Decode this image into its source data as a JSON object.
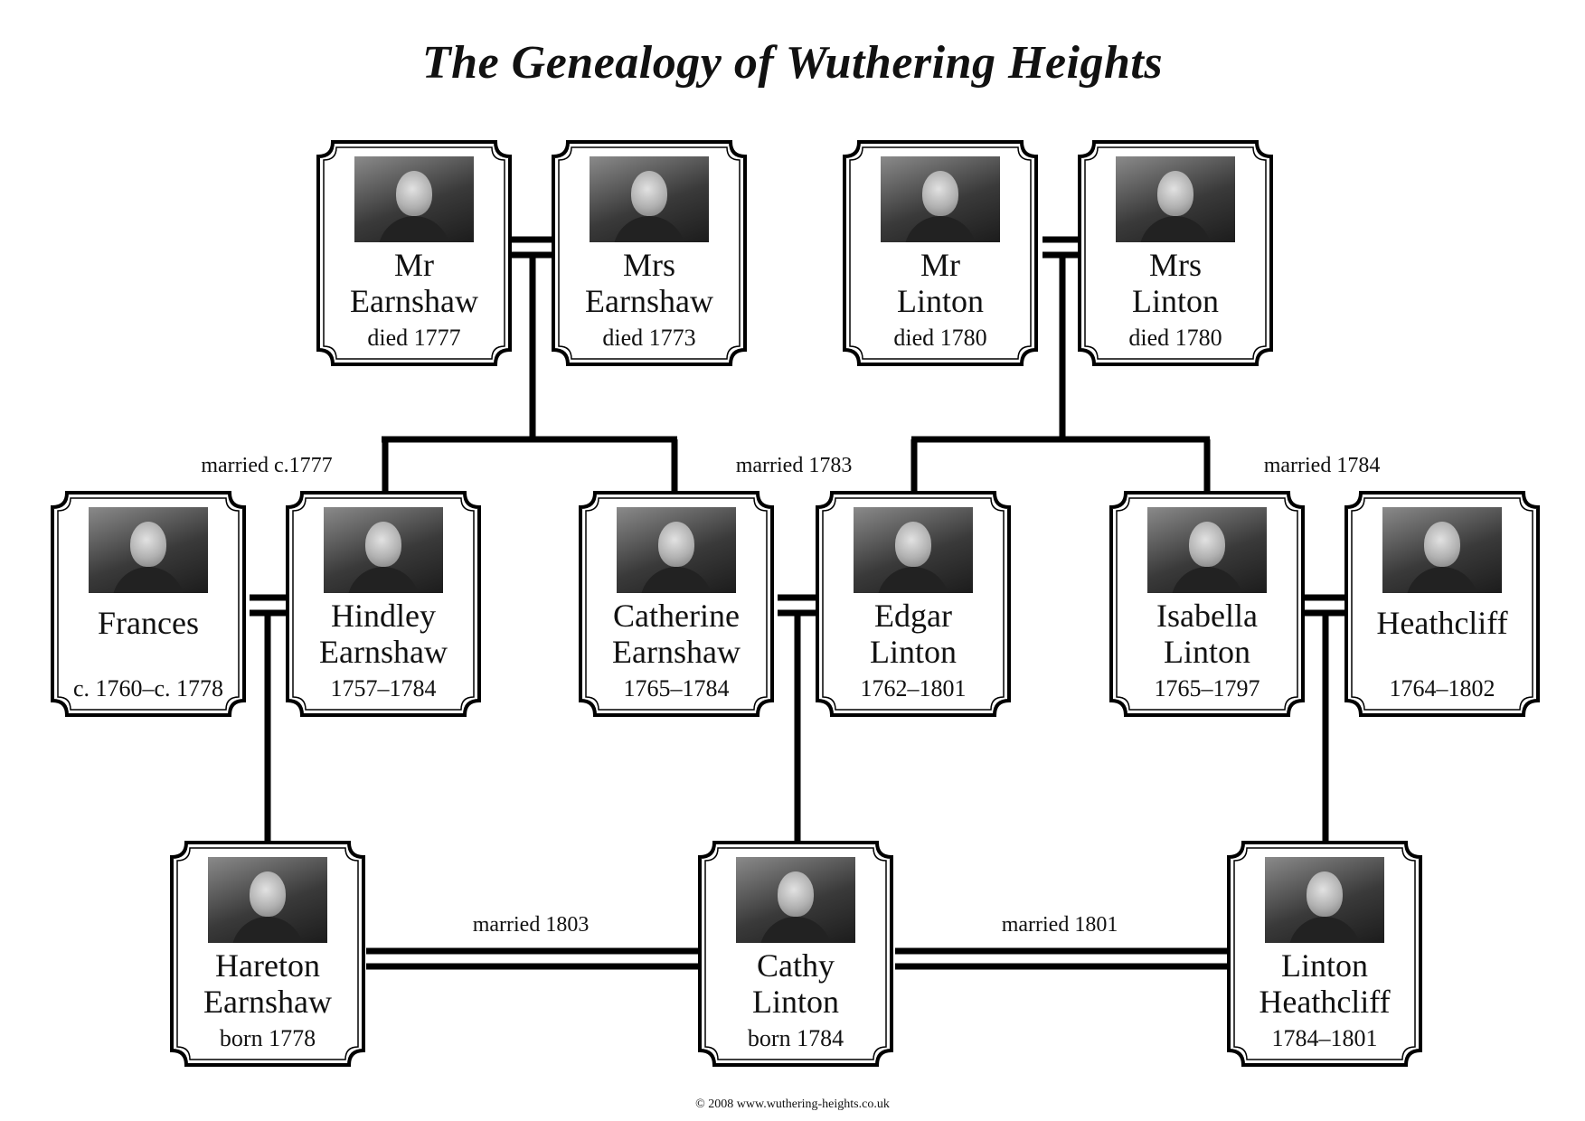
{
  "title": "The Genealogy of Wuthering Heights",
  "people": {
    "mr_earnshaw": {
      "name1": "Mr",
      "name2": "Earnshaw",
      "dates": "died 1777"
    },
    "mrs_earnshaw": {
      "name1": "Mrs",
      "name2": "Earnshaw",
      "dates": "died 1773"
    },
    "mr_linton": {
      "name1": "Mr",
      "name2": "Linton",
      "dates": "died 1780"
    },
    "mrs_linton": {
      "name1": "Mrs",
      "name2": "Linton",
      "dates": "died 1780"
    },
    "frances": {
      "name1": "Frances",
      "dates": "c. 1760–c. 1778"
    },
    "hindley": {
      "name1": "Hindley",
      "name2": "Earnshaw",
      "dates": "1757–1784"
    },
    "catherine": {
      "name1": "Catherine",
      "name2": "Earnshaw",
      "dates": "1765–1784"
    },
    "edgar": {
      "name1": "Edgar",
      "name2": "Linton",
      "dates": "1762–1801"
    },
    "isabella": {
      "name1": "Isabella",
      "name2": "Linton",
      "dates": "1765–1797"
    },
    "heathcliff": {
      "name1": "Heathcliff",
      "dates": "1764–1802"
    },
    "hareton": {
      "name1": "Hareton",
      "name2": "Earnshaw",
      "dates": "born 1778"
    },
    "cathy": {
      "name1": "Cathy",
      "name2": "Linton",
      "dates": "born 1784"
    },
    "linton_h": {
      "name1": "Linton",
      "name2": "Heathcliff",
      "dates": "1784–1801"
    }
  },
  "marriages": {
    "frances_hindley": "married c.1777",
    "catherine_edgar": "married 1783",
    "isabella_heathcliff": "married 1784",
    "hareton_cathy": "married 1803",
    "cathy_linton": "married 1801"
  },
  "footer": "© 2008 www.wuthering-heights.co.uk"
}
